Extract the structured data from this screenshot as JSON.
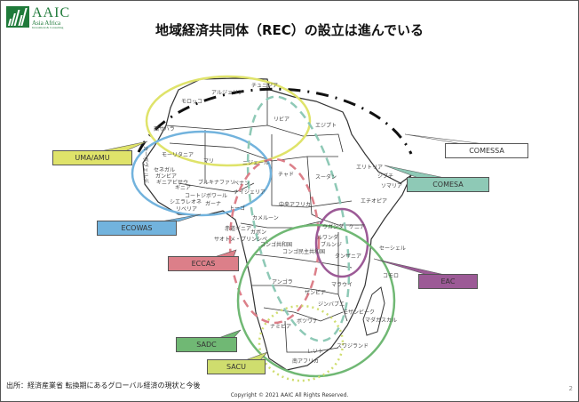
{
  "logo": {
    "name": "AAIC",
    "sub": "Asia Africa",
    "tag": "Investment & Consulting"
  },
  "title": "地域経済共同体（REC）の設立は進んでいる",
  "rec_labels": {
    "uma": "UMA/AMU",
    "comessa": "COMESSA",
    "comesa": "COMESA",
    "ecowas": "ECOWAS",
    "eccas": "ECCAS",
    "eac": "EAC",
    "sadc": "SADC",
    "sacu": "SACU"
  },
  "colors": {
    "uma": "#dfe36a",
    "comesa": "#8ec9b6",
    "ecowas": "#72b3dd",
    "eccas": "#dc7f89",
    "eac": "#9c5a96",
    "sadc": "#70b874",
    "sacu": "#cfdd6e",
    "comessa": "#ffffff"
  },
  "countries": {
    "tunisia": "チュニジア",
    "algeria": "アルジェリア",
    "morocco": "モロッコ",
    "libya": "リビア",
    "egypt": "エジプト",
    "western_sahara": "西サハラ",
    "mauritania": "モーリタニア",
    "mali": "マリ",
    "niger": "ニジェール",
    "chad": "チャド",
    "sudan": "スーダン",
    "eritrea": "エリトリア",
    "djibouti": "ジブチ",
    "somalia": "ソマリア",
    "ethiopia": "エチオピア",
    "car": "中央アフリカ",
    "cameroon": "カメルーン",
    "eq_guinea": "赤道ギニア",
    "gabon": "ガボン",
    "sao_tome": "サオトメ・プリンシペ",
    "congo": "コンゴ共和国",
    "drc": "コンゴ民主共和国",
    "uganda": "ウガンダ",
    "kenya": "ケニア",
    "rwanda": "ルワンダ",
    "burundi": "ブルンジ",
    "tanzania": "タンザニア",
    "seychelles": "セーシェル",
    "comoros": "コモロ",
    "angola": "アンゴラ",
    "zambia": "ザンビア",
    "malawi": "マラウイ",
    "zimbabwe": "ジンバブエ",
    "mozambique": "モザンビーク",
    "madagascar": "マダガスカル",
    "namibia": "ナミビア",
    "botswana": "ボツワナ",
    "swaziland": "スワジランド",
    "lesotho": "レソト",
    "south_africa": "南アフリカ",
    "cape_verde": "カーボヴェルデ",
    "senegal": "セネガル",
    "gambia": "ガンビア",
    "guinea_bissau": "ギニアビサウ",
    "guinea": "ギニア",
    "sierra_leone": "シエラレオネ",
    "liberia": "リベリア",
    "cote_divoire": "コートジボワール",
    "burkina_faso": "ブルキナファソ",
    "ghana": "ガーナ",
    "togo": "トーゴ",
    "benin": "ベナン",
    "nigeria": "ナイジェリア"
  },
  "source": "出所：経済産業省 転換期にあるグローバル経済の現状と今後",
  "copyright": "Copyright © 2021 AAIC All Rights Reserved.",
  "page_number": "2"
}
